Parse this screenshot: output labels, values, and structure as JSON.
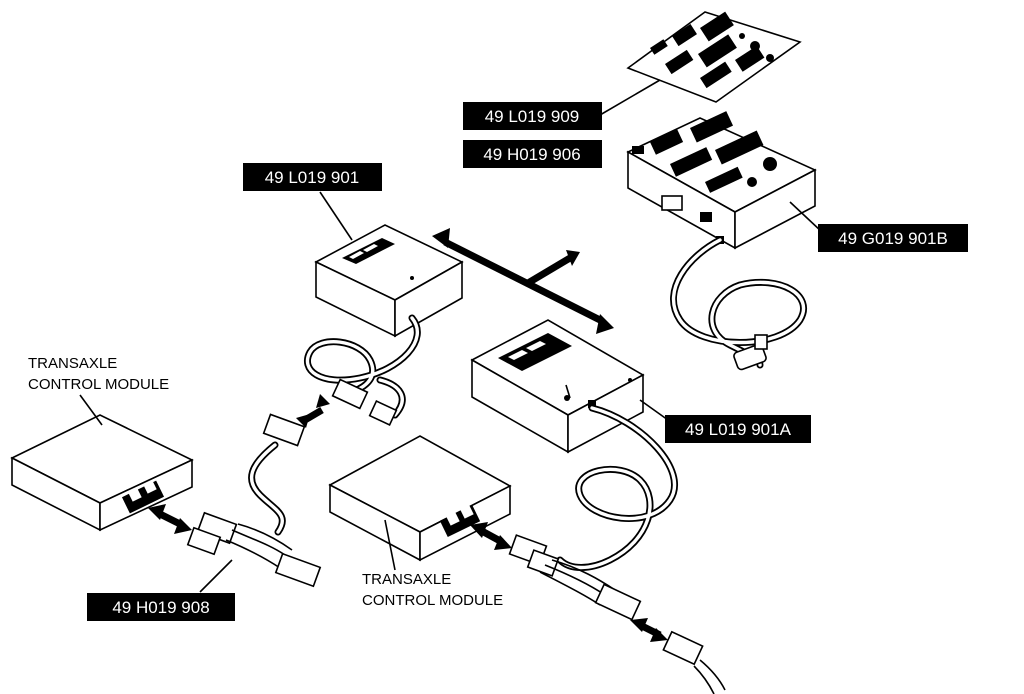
{
  "labels": {
    "l909": "49 L019 909",
    "h906": "49 H019 906",
    "l901": "49 L019 901",
    "g901b": "49 G019 901B",
    "l901a": "49 L019 901A",
    "h908": "49 H019 908"
  },
  "tcm_left": {
    "line1": "TRANSAXLE",
    "line2": "CONTROL MODULE"
  },
  "tcm_right": {
    "line1": "TRANSAXLE",
    "line2": "CONTROL MODULE"
  }
}
